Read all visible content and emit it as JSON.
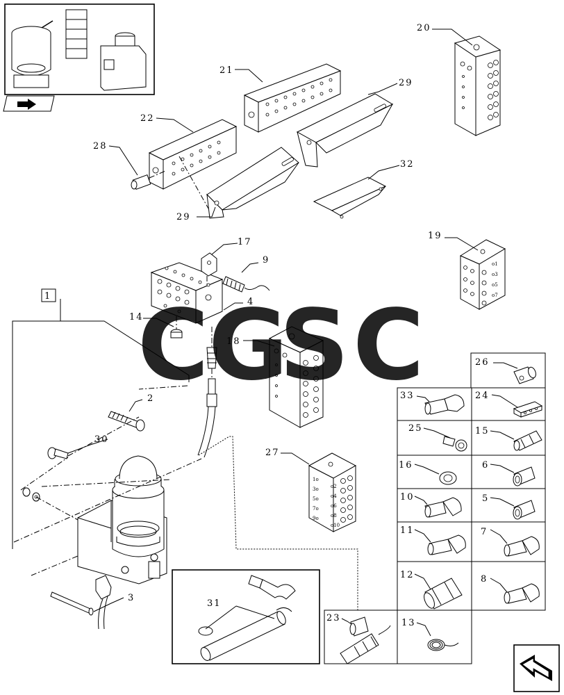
{
  "callouts": {
    "c1": "1",
    "c2": "2",
    "c3": "3",
    "c4": "4",
    "c5": "5",
    "c6": "6",
    "c7": "7",
    "c8": "8",
    "c9": "9",
    "c10": "10",
    "c11": "11",
    "c12": "12",
    "c13": "13",
    "c14": "14",
    "c15": "15",
    "c16": "16",
    "c17": "17",
    "c18": "18",
    "c19": "19",
    "c20": "20",
    "c21": "21",
    "c22": "22",
    "c23": "23",
    "c24": "24",
    "c25": "25",
    "c26": "26",
    "c27": "27",
    "c28": "28",
    "c29a": "29",
    "c29b": "29",
    "c30": "30",
    "c31": "31",
    "c32": "32",
    "c33": "33"
  },
  "watermark": {
    "letters": [
      "C",
      "G",
      "S",
      "C"
    ],
    "colors": [
      "#4a86e8",
      "#e8483d",
      "#f7d14a",
      "#3fae7a"
    ]
  },
  "block_19_marks": [
    "o1",
    "o3",
    "o5",
    "o7"
  ],
  "block_27_marks_left": [
    "1o",
    "3o",
    "5o",
    "7o",
    "9o"
  ],
  "block_27_marks_right": [
    "o2",
    "o4",
    "o6",
    "o8",
    "o10"
  ],
  "icons": {
    "thumbnail": "assembly-thumbnail-icon",
    "nav_back": "previous-page-arrow-icon",
    "nav_next": "next-page-arrow-icon"
  }
}
